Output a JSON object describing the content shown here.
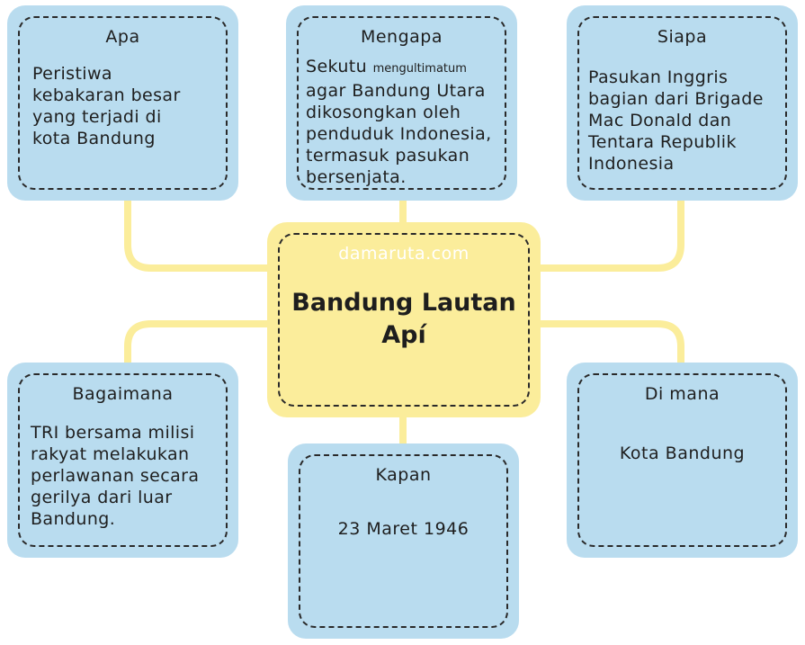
{
  "center": {
    "watermark": "damaruta.com",
    "title_line1": "Bandung Lautan",
    "title_line2": "Apí"
  },
  "nodes": {
    "apa": {
      "title": "Apa",
      "lines": [
        "Peristiwa",
        "kebakaran besar",
        "yang terjadi di",
        "kota Bandung"
      ]
    },
    "mengapa": {
      "title": "Mengapa",
      "line1_a": "Sekutu",
      "line1_b": "mengultimatum",
      "lines": [
        "agar Bandung Utara",
        "dikosongkan oleh",
        "penduduk Indonesia,",
        "termasuk pasukan",
        "bersenjata."
      ]
    },
    "siapa": {
      "title": "Siapa",
      "lines": [
        "Pasukan Inggris",
        "bagian dari Brigade",
        "Mac Donald dan",
        "Tentara Republik",
        "Indonesia"
      ]
    },
    "bagaimana": {
      "title": "Bagaimana",
      "lines": [
        "TRI bersama milisi",
        "rakyat melakukan",
        "perlawanan secara",
        "gerilya dari luar",
        "Bandung."
      ]
    },
    "kapan": {
      "title": "Kapan",
      "value": "23 Maret 1946"
    },
    "dimana": {
      "title": "Di mana",
      "value": "Kota Bandung"
    }
  },
  "colors": {
    "box_fill": "#b9dcef",
    "center_fill": "#fbed9b",
    "connector": "#fbed9b",
    "dash": "#2a2a2a"
  }
}
